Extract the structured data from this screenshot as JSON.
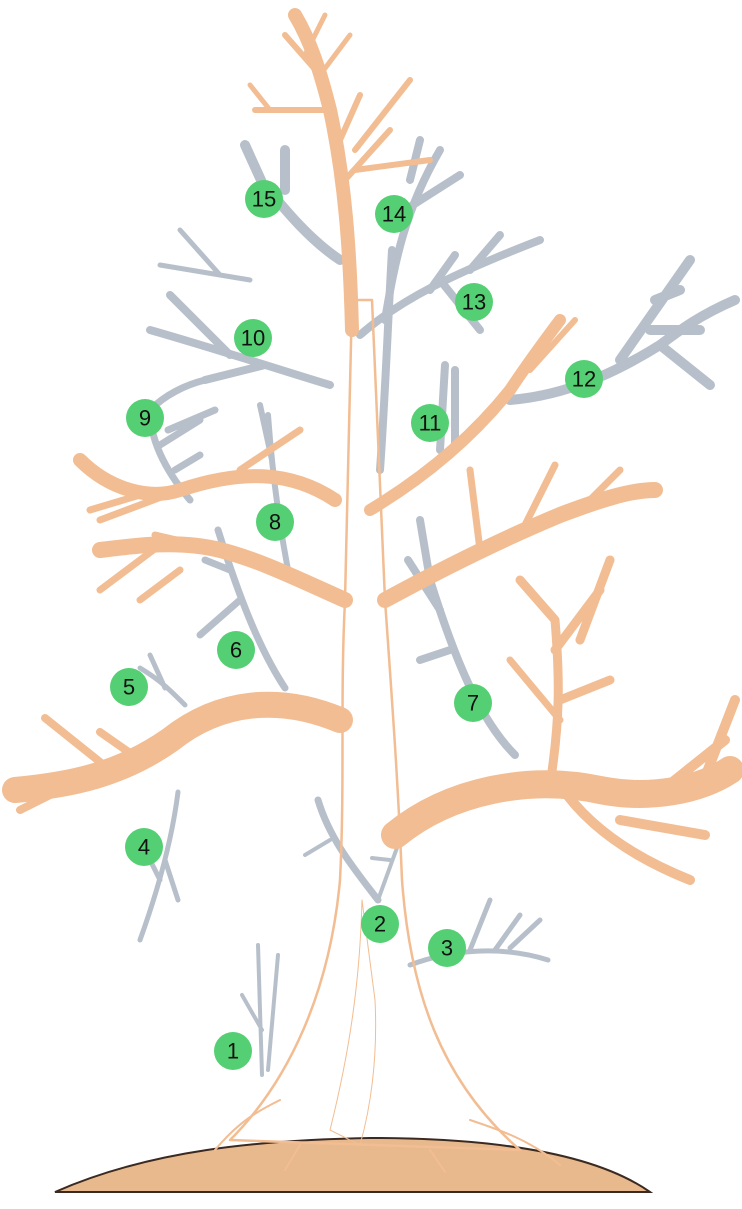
{
  "diagram": {
    "markers": [
      {
        "id": "marker-1",
        "label": "1"
      },
      {
        "id": "marker-2",
        "label": "2"
      },
      {
        "id": "marker-3",
        "label": "3"
      },
      {
        "id": "marker-4",
        "label": "4"
      },
      {
        "id": "marker-5",
        "label": "5"
      },
      {
        "id": "marker-6",
        "label": "6"
      },
      {
        "id": "marker-7",
        "label": "7"
      },
      {
        "id": "marker-8",
        "label": "8"
      },
      {
        "id": "marker-9",
        "label": "9"
      },
      {
        "id": "marker-10",
        "label": "10"
      },
      {
        "id": "marker-11",
        "label": "11"
      },
      {
        "id": "marker-12",
        "label": "12"
      },
      {
        "id": "marker-13",
        "label": "13"
      },
      {
        "id": "marker-14",
        "label": "14"
      },
      {
        "id": "marker-15",
        "label": "15"
      }
    ],
    "colors": {
      "marker_fill": "#55cf73",
      "trunk": "#f2bd92",
      "trunk_shadow": "#e3a27f",
      "gray_branch": "#b7c0ca",
      "ground": "#e8b98c",
      "outline": "#3a2a22"
    }
  }
}
